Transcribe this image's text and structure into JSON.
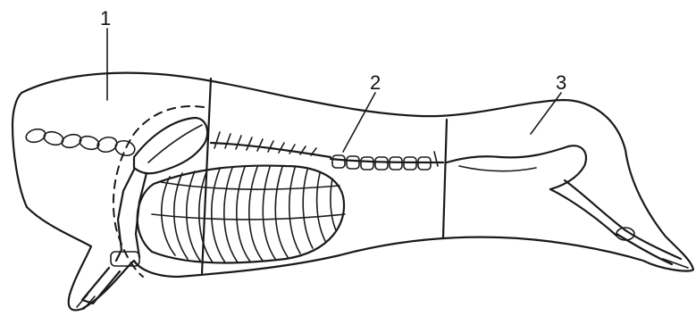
{
  "labels": {
    "part_1": "1",
    "part_2": "2",
    "part_3": "3"
  },
  "colors": {
    "ink": "#1a1a1a",
    "background": "#ffffff"
  }
}
